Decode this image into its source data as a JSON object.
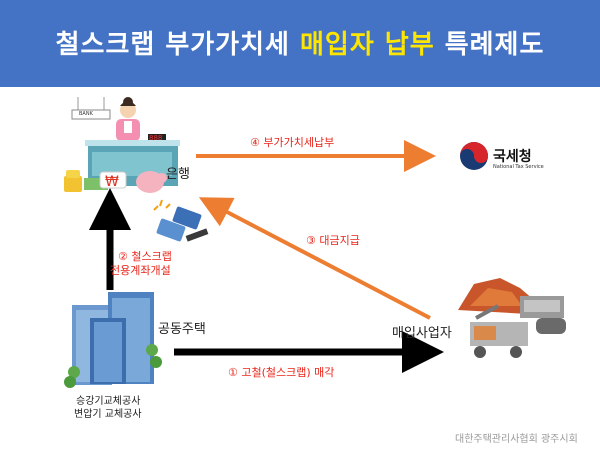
{
  "header": {
    "title_part1": "철스크랩 부가가치세 ",
    "title_highlight": "매입자 납부",
    "title_part3": " 특례제도",
    "bg_color": "#4472c4",
    "highlight_color": "#ffe600"
  },
  "nodes": {
    "bank": {
      "label": "은행",
      "sign": "BANK",
      "counter": "888"
    },
    "nts": {
      "name": "국세청",
      "subtitle": "National Tax Service"
    },
    "apartment": {
      "label": "공동주택",
      "caption_line1": "승강기교체공사",
      "caption_line2": "변압기 교체공사"
    },
    "buyer": {
      "label": "매입사업자"
    }
  },
  "flows": {
    "step1": "① 고철(철스크랩) 매각",
    "step2_line1": "② 철스크랩",
    "step2_line2": "전용계좌개설",
    "step3": "③ 대금지급",
    "step4": "④ 부가가치세납부"
  },
  "colors": {
    "orange_arrow": "#ed7d31",
    "black_arrow": "#000000",
    "label_red": "#e8261b"
  },
  "footer": "대한주택관리사협회 광주시회"
}
